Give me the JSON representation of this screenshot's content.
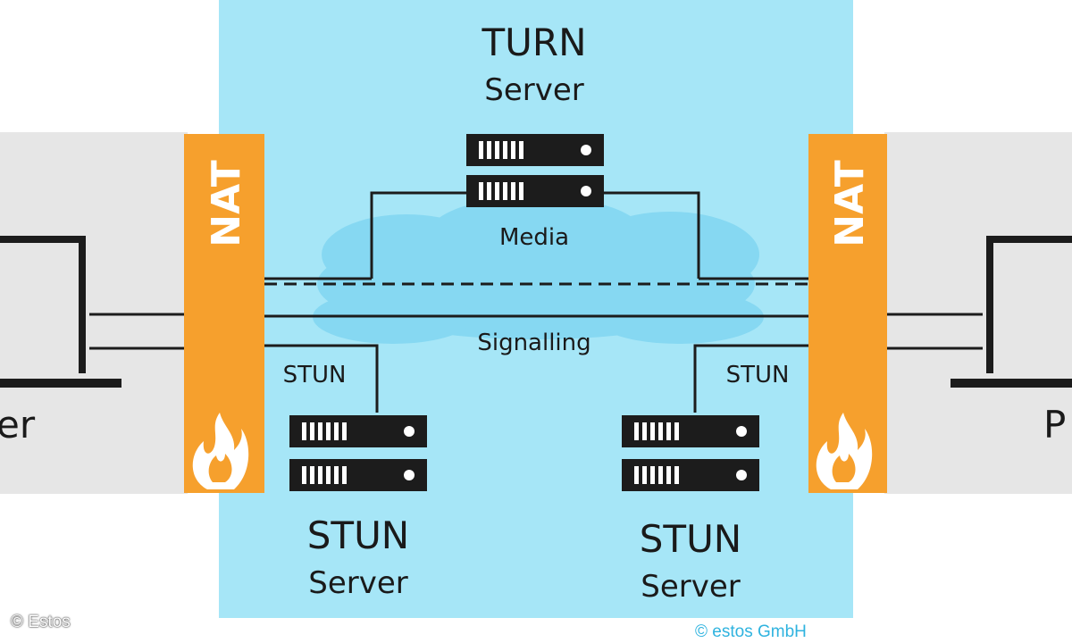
{
  "labels": {
    "turn_title": "TURN",
    "turn_sub": "Server",
    "media": "Media",
    "signalling": "Signalling",
    "stun_left_link": "STUN",
    "stun_right_link": "STUN",
    "stun_left_title": "STUN",
    "stun_left_sub": "Server",
    "stun_right_title": "STUN",
    "stun_right_sub": "Server",
    "nat_left": "NAT",
    "nat_right": "NAT",
    "peer_left_partial": "er",
    "peer_right_partial": "P"
  },
  "credits": {
    "left": "© Estos",
    "right": "© estos GmbH"
  },
  "colors": {
    "cloud_panel": "#a6e6f7",
    "cloud_inner": "#7dd3ef",
    "nat_orange": "#f6a02d",
    "peer_area": "#e6e6e6",
    "server_black": "#1c1c1c"
  },
  "icons": [
    "server-icon",
    "laptop-icon",
    "flame-icon"
  ]
}
